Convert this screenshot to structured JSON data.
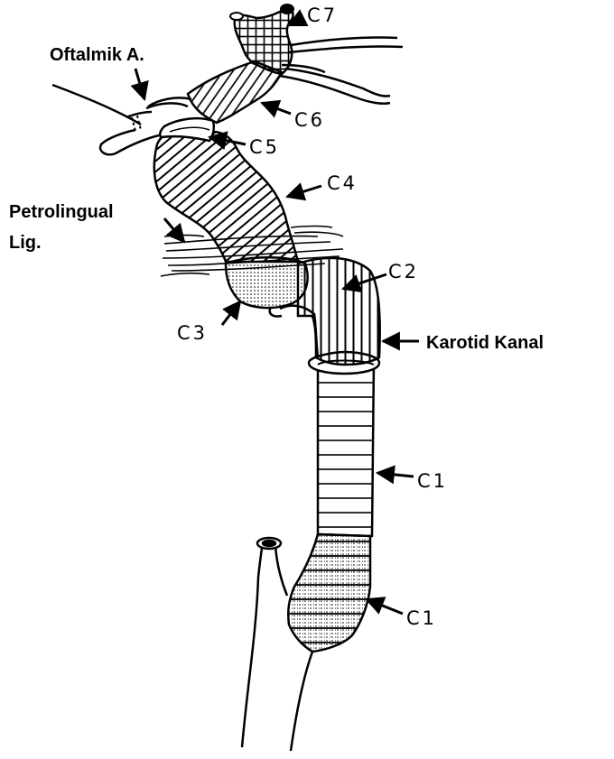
{
  "labels": {
    "oftalmik": "Oftalmik A.",
    "petrolingual_line1": "Petrolingual",
    "petrolingual_line2": "Lig.",
    "karotid_kanal": "Karotid Kanal",
    "c1_upper": "C1",
    "c1_lower": "C1",
    "c2": "C2",
    "c3": "C3",
    "c4": "C4",
    "c5": "C5",
    "c6": "C6",
    "c7": "C7"
  },
  "colors": {
    "ink": "#000000",
    "background": "#ffffff"
  }
}
